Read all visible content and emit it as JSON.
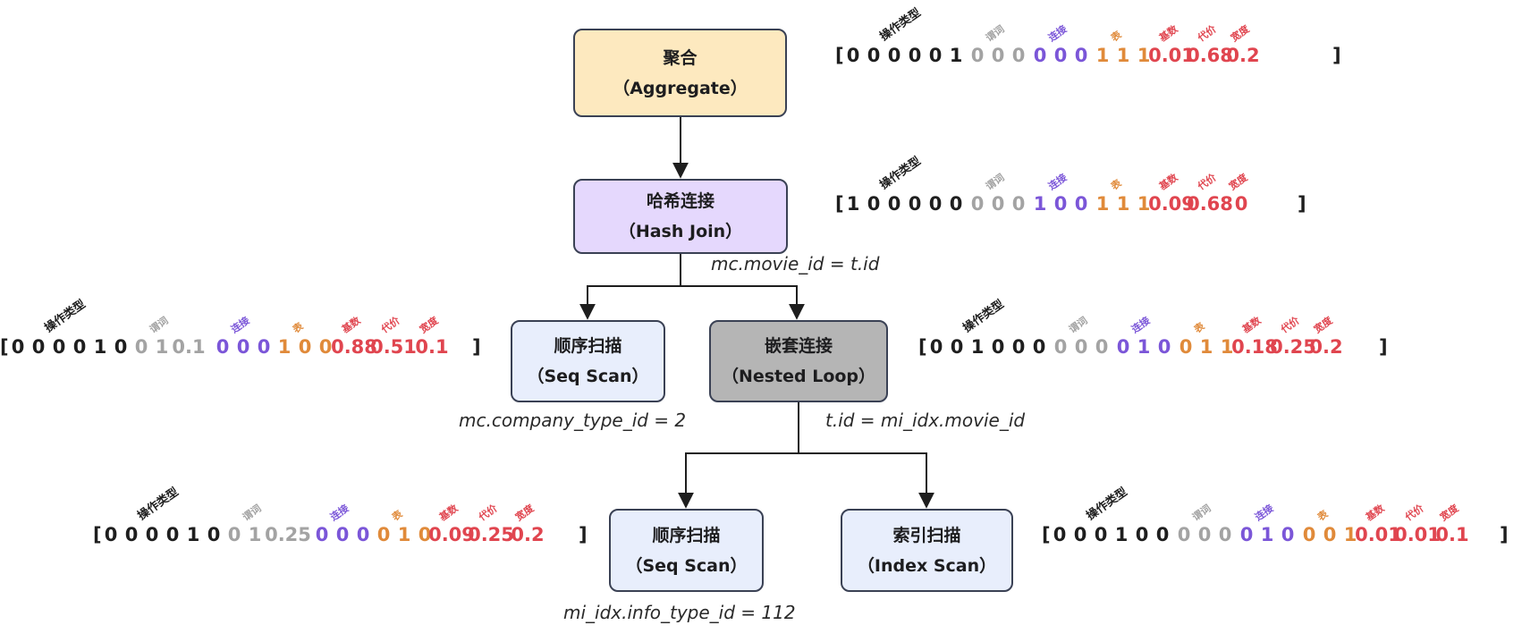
{
  "colors": {
    "op": "#1e1e1e",
    "pred": "#a3a3a3",
    "join": "#7b56d8",
    "table": "#e08a3a",
    "stat": "#e0454f"
  },
  "nodes": {
    "aggregate": {
      "zh": "聚合",
      "en": "（Aggregate）"
    },
    "hash_join": {
      "zh": "哈希连接",
      "en": "（Hash Join）"
    },
    "seq_scan_1": {
      "zh": "顺序扫描",
      "en": "（Seq Scan）"
    },
    "nested_loop": {
      "zh": "嵌套连接",
      "en": "（Nested Loop）"
    },
    "seq_scan_2": {
      "zh": "顺序扫描",
      "en": "（Seq Scan）"
    },
    "index_scan": {
      "zh": "索引扫描",
      "en": "（Index Scan）"
    }
  },
  "conditions": {
    "hash_join": "mc.movie_id = t.id",
    "seq_scan_1": "mc.company_type_id = 2",
    "nested_loop": "t.id = mi_idx.movie_id",
    "seq_scan_2": "mi_idx.info_type_id = 112"
  },
  "category_labels": {
    "op": "操作类型",
    "pred": "谓词",
    "join": "连接",
    "table": "表",
    "card": "基数",
    "cost": "代价",
    "width": "宽度"
  },
  "vectors": {
    "aggregate": {
      "open": "[",
      "close": "]",
      "values": [
        "0",
        "0",
        "0",
        "0",
        "0",
        "1",
        "0",
        "0",
        "0",
        "0",
        "0",
        "0",
        "1",
        "1",
        "1",
        "0.01",
        "0.68",
        "0.2"
      ],
      "groups": [
        "op",
        "op",
        "op",
        "op",
        "op",
        "op",
        "pred",
        "pred",
        "pred",
        "join",
        "join",
        "join",
        "table",
        "table",
        "table",
        "stat",
        "stat",
        "stat"
      ]
    },
    "hash_join": {
      "open": "[",
      "close": "]",
      "values": [
        "1",
        "0",
        "0",
        "0",
        "0",
        "0",
        "0",
        "0",
        "0",
        "1",
        "0",
        "0",
        "1",
        "1",
        "1",
        "0.09",
        "0.68",
        "0"
      ],
      "groups": [
        "op",
        "op",
        "op",
        "op",
        "op",
        "op",
        "pred",
        "pred",
        "pred",
        "join",
        "join",
        "join",
        "table",
        "table",
        "table",
        "stat",
        "stat",
        "stat"
      ]
    },
    "seq_scan_1": {
      "open": "[",
      "close": "]",
      "values": [
        "0",
        "0",
        "0",
        "0",
        "1",
        "0",
        "0",
        "1",
        "0.1",
        "0",
        "0",
        "0",
        "1",
        "0",
        "0",
        "0.88",
        "0.51",
        "0.1"
      ],
      "groups": [
        "op",
        "op",
        "op",
        "op",
        "op",
        "op",
        "pred",
        "pred",
        "pred",
        "join",
        "join",
        "join",
        "table",
        "table",
        "table",
        "stat",
        "stat",
        "stat"
      ]
    },
    "nested_loop": {
      "open": "[",
      "close": "]",
      "values": [
        "0",
        "0",
        "1",
        "0",
        "0",
        "0",
        "0",
        "0",
        "0",
        "0",
        "1",
        "0",
        "0",
        "1",
        "1",
        "0.18",
        "0.25",
        "0.2"
      ],
      "groups": [
        "op",
        "op",
        "op",
        "op",
        "op",
        "op",
        "pred",
        "pred",
        "pred",
        "join",
        "join",
        "join",
        "table",
        "table",
        "table",
        "stat",
        "stat",
        "stat"
      ]
    },
    "seq_scan_2": {
      "open": "[",
      "close": "]",
      "values": [
        "0",
        "0",
        "0",
        "0",
        "1",
        "0",
        "0",
        "1",
        "0.25",
        "0",
        "0",
        "0",
        "0",
        "1",
        "0",
        "0.09",
        "0.25",
        "0.2"
      ],
      "groups": [
        "op",
        "op",
        "op",
        "op",
        "op",
        "op",
        "pred",
        "pred",
        "pred",
        "join",
        "join",
        "join",
        "table",
        "table",
        "table",
        "stat",
        "stat",
        "stat"
      ]
    },
    "index_scan": {
      "open": "[",
      "close": "]",
      "values": [
        "0",
        "0",
        "0",
        "1",
        "0",
        "0",
        "0",
        "0",
        "0",
        "0",
        "1",
        "0",
        "0",
        "0",
        "1",
        "0.01",
        "0.01",
        "0.1"
      ],
      "groups": [
        "op",
        "op",
        "op",
        "op",
        "op",
        "op",
        "pred",
        "pred",
        "pred",
        "join",
        "join",
        "join",
        "table",
        "table",
        "table",
        "stat",
        "stat",
        "stat"
      ]
    }
  }
}
